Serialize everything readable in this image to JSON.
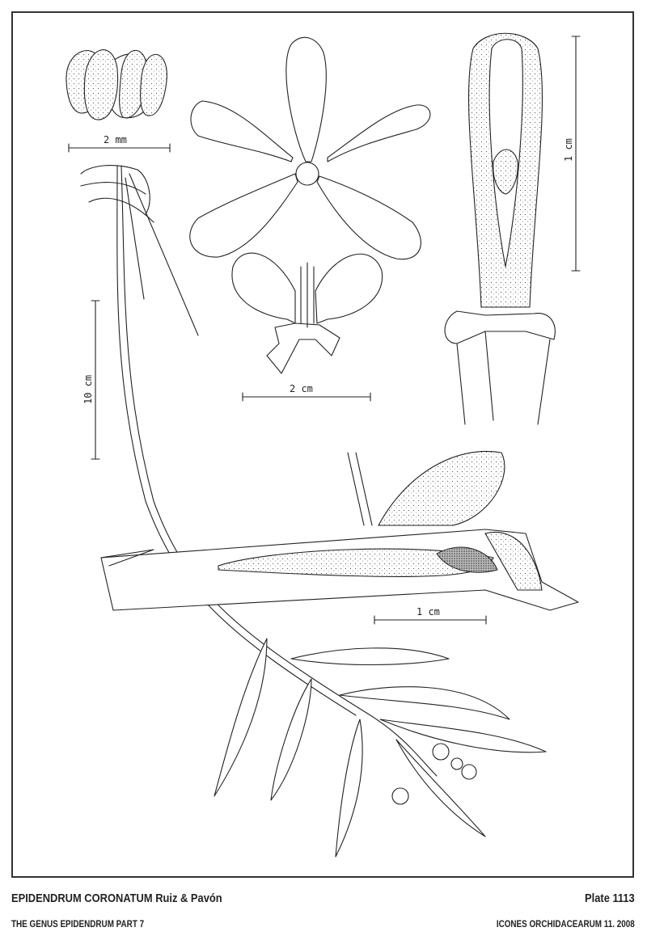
{
  "plate": {
    "scale_bars": {
      "anther": "2 mm",
      "flower": "2 cm",
      "column": "1 cm",
      "habit": "10 cm",
      "section": "1 cm"
    }
  },
  "caption": {
    "species": "EPIDENDRUM CORONATUM Ruiz & Pavón",
    "plate_number": "Plate 1113",
    "series": "THE GENUS EPIDENDRUM PART 7",
    "journal": "ICONES ORCHIDACEARUM 11. 2008"
  }
}
